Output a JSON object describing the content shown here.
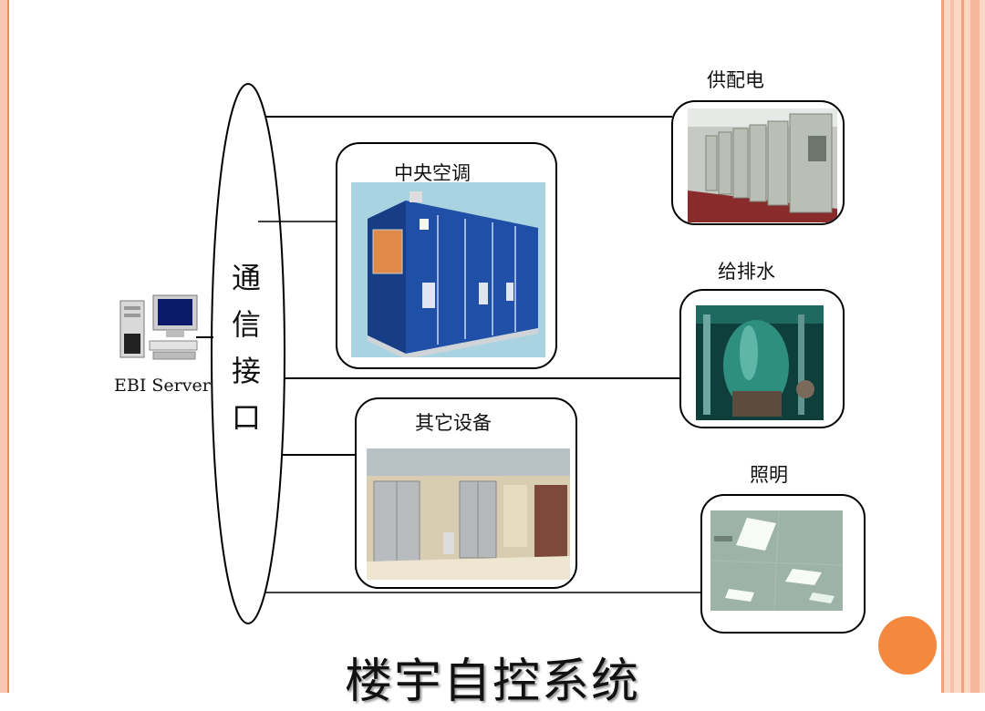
{
  "interface_label": "通信接口",
  "server_label": "EBI Server",
  "title": "楼宇自控系统",
  "subsystems": {
    "power": "供配电",
    "hvac": "中央空调",
    "water": "给排水",
    "other": "其它设备",
    "lighting": "照明"
  },
  "icons": {
    "power": "switchgear-room-photo",
    "hvac": "air-handling-unit-photo",
    "water": "water-tank-pump-room-photo",
    "other": "elevator-lobby-photo",
    "lighting": "ceiling-lights-photo",
    "server": "desktop-computer-icon"
  },
  "colors": {
    "accent": "#f5883f",
    "frame": "#f3a07c"
  }
}
